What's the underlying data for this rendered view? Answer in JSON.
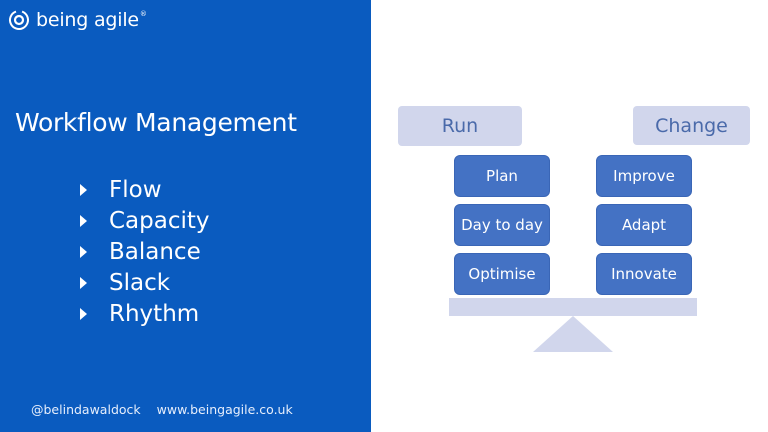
{
  "brand": {
    "name": "being agile",
    "reg_mark": "®",
    "icon": "target-circle-icon"
  },
  "slide": {
    "title": "Workflow Management",
    "bullets": [
      "Flow",
      "Capacity",
      "Balance",
      "Slack",
      "Rhythm"
    ],
    "footer": {
      "handle": "@belindawaldock",
      "website": "www.beingagile.co.uk"
    }
  },
  "diagram": {
    "left_header": "Run",
    "right_header": "Change",
    "left_items": [
      "Plan",
      "Day to day",
      "Optimise"
    ],
    "right_items": [
      "Improve",
      "Adapt",
      "Innovate"
    ],
    "colors": {
      "panel": "#0a5bbf",
      "box": "#4472c4",
      "header_bg": "#d1d6ec",
      "header_text": "#4a6aaa"
    }
  }
}
